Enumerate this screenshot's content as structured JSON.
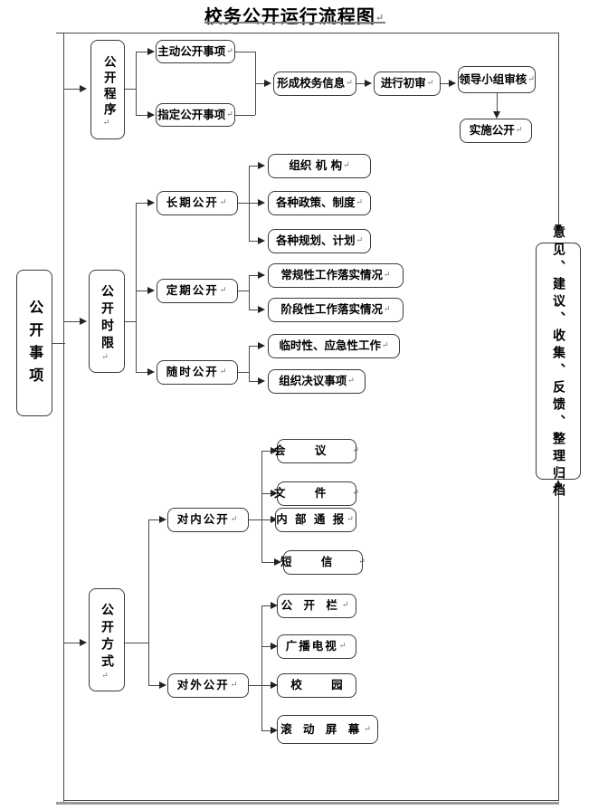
{
  "title": {
    "text": "校务公开运行流程图",
    "pilcrow": "↵"
  },
  "pilcrow": "↵",
  "procedure": {
    "root_label": "公开程序",
    "branches": [
      {
        "label": "主动公开事项"
      },
      {
        "label": "指定公开事项"
      }
    ],
    "chain": [
      {
        "label": "形成校务信息"
      },
      {
        "label": "进行初审"
      },
      {
        "label": "领导小组审核"
      },
      {
        "label": "实施公开"
      }
    ]
  },
  "root": {
    "label": "公开事项"
  },
  "timing": {
    "label": "公开时限",
    "groups": [
      {
        "label": "长期公开",
        "items": [
          "组织  机  构",
          "各种政策、制度",
          "各种规划、计划"
        ]
      },
      {
        "label": "定期公开",
        "items": [
          "常规性工作落实情况",
          "阶段性工作落实情况"
        ]
      },
      {
        "label": "随时公开",
        "items": [
          "临时性、应急性工作",
          "组织决议事项"
        ]
      }
    ]
  },
  "method": {
    "label": "公开方式",
    "groups": [
      {
        "label": "对内公开",
        "items": [
          "会    议",
          "文    件",
          "内 部 通 报",
          "短    信"
        ]
      },
      {
        "label": "对外公开",
        "items": [
          "公 开 栏",
          "广播电视",
          "校    园",
          "滚 动 屏 幕"
        ]
      }
    ]
  },
  "feedback": {
    "label": "意见、建议、收集、反馈、整理归档"
  }
}
